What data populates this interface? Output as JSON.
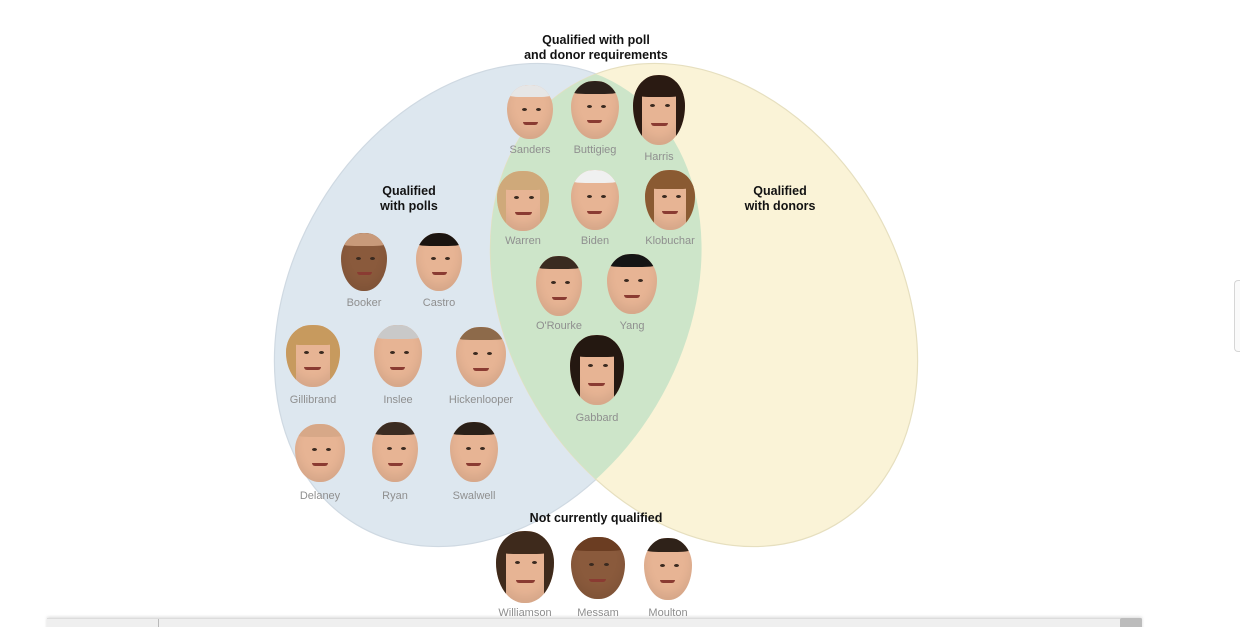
{
  "groups": {
    "both": {
      "label_line1": "Qualified with poll",
      "label_line2": "and donor requirements"
    },
    "polls": {
      "label_line1": "Qualified",
      "label_line2": "with polls"
    },
    "donors": {
      "label_line1": "Qualified",
      "label_line2": "with donors"
    },
    "none": {
      "label_line1": "Not currently qualified"
    }
  },
  "colors": {
    "polls_fill": "#dde7ef",
    "donors_fill": "#faf3d7",
    "overlap_fill": "#cde5c9",
    "skin": "#e7b494",
    "skin_dark": "#8a5a3c"
  },
  "candidates": [
    {
      "name": "Sanders",
      "group": "both",
      "hair": "#e6e6e6"
    },
    {
      "name": "Buttigieg",
      "group": "both",
      "hair": "#2b211b"
    },
    {
      "name": "Harris",
      "group": "both",
      "hair": "#2a1a12"
    },
    {
      "name": "Warren",
      "group": "both",
      "hair": "#cfa97a"
    },
    {
      "name": "Biden",
      "group": "both",
      "hair": "#f0f0f0"
    },
    {
      "name": "Klobuchar",
      "group": "both",
      "hair": "#8a5a32"
    },
    {
      "name": "O'Rourke",
      "group": "both",
      "hair": "#3a2b20"
    },
    {
      "name": "Yang",
      "group": "both",
      "hair": "#151515"
    },
    {
      "name": "Gabbard",
      "group": "both",
      "hair": "#241811"
    },
    {
      "name": "Booker",
      "group": "polls",
      "hair": "#c89a7a"
    },
    {
      "name": "Castro",
      "group": "polls",
      "hair": "#1a1410"
    },
    {
      "name": "Gillibrand",
      "group": "polls",
      "hair": "#c79a5e"
    },
    {
      "name": "Inslee",
      "group": "polls",
      "hair": "#c9c9c9"
    },
    {
      "name": "Hickenlooper",
      "group": "polls",
      "hair": "#8d6a4a"
    },
    {
      "name": "Delaney",
      "group": "polls",
      "hair": "#d7a888"
    },
    {
      "name": "Ryan",
      "group": "polls",
      "hair": "#3b2c22"
    },
    {
      "name": "Swalwell",
      "group": "polls",
      "hair": "#2a2018"
    },
    {
      "name": "Williamson",
      "group": "none",
      "hair": "#3e2a1c"
    },
    {
      "name": "Messam",
      "group": "none",
      "hair": "#6b3d22"
    },
    {
      "name": "Moulton",
      "group": "none",
      "hair": "#2f2219"
    }
  ]
}
